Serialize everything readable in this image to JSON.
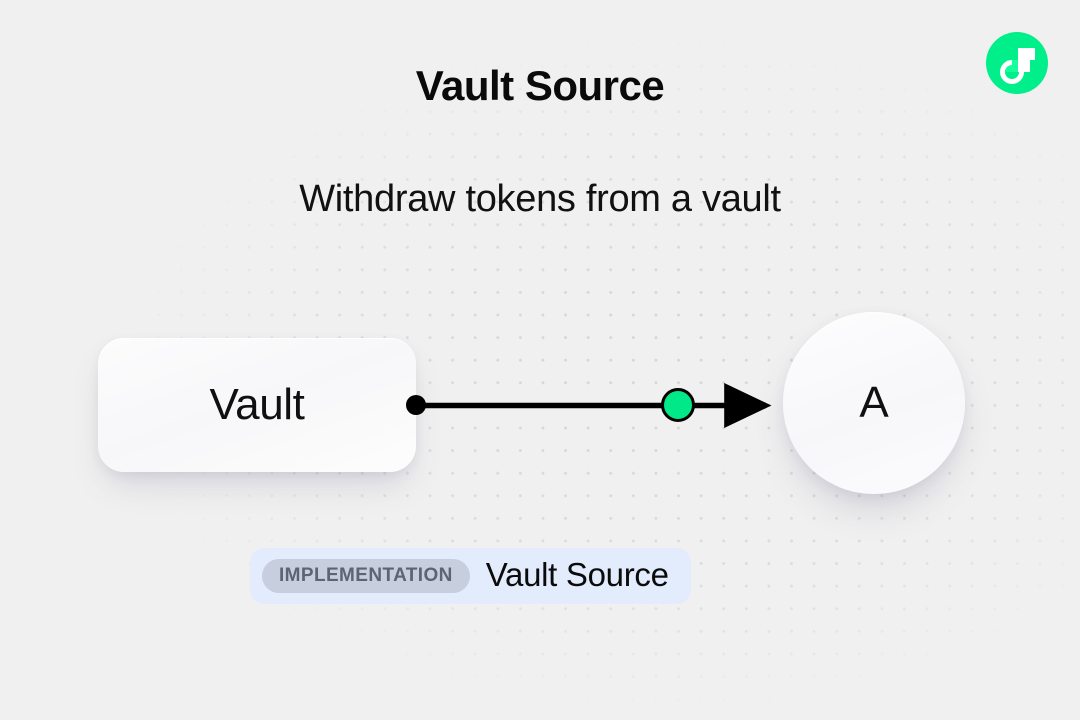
{
  "page": {
    "background_color": "#f0f0f0",
    "title": "Vault Source",
    "subtitle": "Withdraw tokens from a vault"
  },
  "logo": {
    "name": "flow-logo-icon",
    "color": "#00ef8b",
    "accent_color": "#16ff9c"
  },
  "diagram": {
    "nodes": [
      {
        "id": "vault",
        "label": "Vault",
        "shape": "rounded-rect"
      },
      {
        "id": "a",
        "label": "A",
        "shape": "circle"
      }
    ],
    "edge": {
      "from": "vault",
      "to": "a",
      "source_port_color": "#000000",
      "midpoint_color": "#00e887",
      "line_color": "#000000",
      "arrow": "right"
    }
  },
  "footer": {
    "badge_label": "IMPLEMENTATION",
    "badge_bg": "#c7cedd",
    "name": "Vault Source",
    "container_bg": "#e2ecfc"
  }
}
